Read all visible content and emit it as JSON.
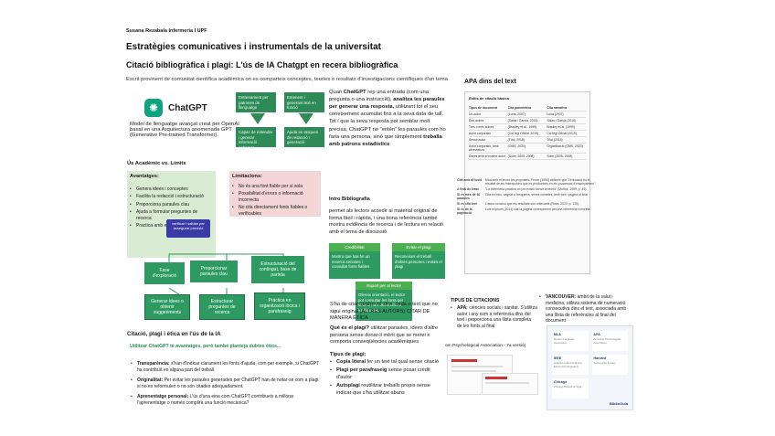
{
  "header": {
    "author": "Susana Rezabala Infermeria I UPF",
    "title": "Estratègies comunicatives i instrumentals de la universitat",
    "subtitle": "Citació bibliogràfica i plagi: L'ús de IA Chatgpt en recera bibliogràfica",
    "intro": "Escrit provinent de comunitat científica acadèmica on es comparteix conceptes, teories o resultats d'investigacions científiques d'un tema"
  },
  "chatgpt": {
    "logo_text": "ChatGPT",
    "model_text": "Model de llenguatge avançat creat per OpenAI basat en una Arquitectura anomenada GPT (Generative Pre-trained Transformer).",
    "box1": "Entrenament per patrones de llenguatge",
    "box2": "Entenent i generant text en funció",
    "box3": "Capaz de entendre i generar informació coherent",
    "box4": "Ajuda en tasques de redacció i generació"
  },
  "ethics": {
    "heading": "Ús Acadèmic vs. Límits",
    "adv_title": "Avantatges:",
    "adv_items": [
      "Genera idees i conceptes",
      "Facilita la redacció i estructuració",
      "Proporciona paraules clau",
      "Ajuda a formular preguntes de recerca",
      "Practica amb estil i parafraseig"
    ],
    "lim_title": "Limitacions:",
    "lim_items": [
      "No és una font fiable per si sola",
      "Possibilitat d'errors o informació incorrecta",
      "No cita directament fonts fiables o verificables"
    ],
    "purple": "verificar i validar per assegurar precisió"
  },
  "flow": {
    "top": [
      "Fase d'exploració",
      "Proporcionar paraules clau",
      "Estructuració del contingut, base de partida"
    ],
    "bottom": [
      "Generar idees o obtenir suggeriments",
      "Estructurar preguntes de recerca",
      "Pràctica en organització lòcica i parafraseig"
    ]
  },
  "plagi": {
    "heading": "Citació, plagi i ètica en l'ús de la IA",
    "subheading": "Utilitzar ChatGPT té avantatges, però també planteja dubtes ètics...",
    "items": [
      {
        "b": "Transparència:",
        "t": "s'han d'indicar clarament les fonts d'ajuda, com per exemple, si ChatGPT ha contribuït en alguna part del treball."
      },
      {
        "b": "Originalitat:",
        "t": "Per evitar les paraules generades per ChatGPT han de notar-se com a plagi si no es reformulen o no són citades adequadament."
      },
      {
        "b": "Aprenentatge personal:",
        "t": "L'ús d'una eina com ChatGPT contribueix a millorar l'aprenentatge o només complirà una funció mecànica?"
      }
    ]
  },
  "middle": {
    "para1_a": "Quan ",
    "para1_b": "ChatGPT",
    "para1_c": " rep una entrada (com una pregunta o una instrucció), ",
    "para1_d": "analitza les paraules per",
    "para1_e": "generar una resposta,",
    "para1_f": " utilitzant tot el seu coneixement acumulat fins a la seva data de tall. Tot i que",
    "para1_g": "la seva resposta pot semblar molt precisa, ChatGPT no \"entén\" les paraules com ho faria una",
    "para1_h": "persona, sinó que simplement ",
    "para1_i": "treballa amb patrons estadístics",
    "intro_title": "Intro Bibliografia",
    "intro_text": "permet als lectors accedir al material original de forma fàcil i ràpida, i una bona referència també mostra evidència de recerca i de lectura en relació amb el tema de discussió.",
    "cred_lbl": "Credibilitat",
    "cred_body": "Mostra que has fet un recerca serioses i consultat fonts fiables",
    "evit_lbl": "Evitar el plagi",
    "evit_body": "Reconeixes el treball d'altres persones i evites el plagi",
    "sup_lbl": "Suport per al lector",
    "sup_body": "Ofereix orientació, el lector pot consultar les fonts per obtenir més informació o verificar-les",
    "plagi_def": "S'ha de citar qualsevol idea, dada o text que no sigui original (ALTRES AUTORS) CITAR DE MANERA ÈTICA",
    "q": "Què és el plagi?",
    "q_text": " utilitzar paraules, idees d'altre persona sense donar-li mèrit que se merei x comporta conseqüències acadèmiques",
    "types_title": "Tipus de plagi:",
    "types": [
      {
        "b": "Copia literal",
        "t": " fer un text tal qual sense citació"
      },
      {
        "b": "Plagi per parafraseig",
        "t": " sense posar crèdit d'autor"
      },
      {
        "b": "Autoplagi",
        "t": " reutilitzar treballs propis sense indicar que s'ha utilitzat abans"
      }
    ]
  },
  "apa": {
    "heading": "APA dins del text",
    "table_title": "Estils de citació bàsica",
    "table_rows": [
      [
        "Tipus de document",
        "Cita parentètica",
        "Cita narrativa"
      ],
      [
        "Un autor",
        "(Luna, 2007)",
        "Luna (2007)"
      ],
      [
        "Dos autors",
        "(Salas i Garcia, 2016)",
        "Salas i Garcia (2016)"
      ],
      [
        "Tres o més autors",
        "(Bradley et al., 1999)",
        "Bradley et al. (1999)"
      ],
      [
        "Autor corporatiu",
        "(Col·legi Oficial, 2019)",
        "Col·legi Oficial (2019)"
      ],
      [
        "Sense autor",
        "(Títol, 2018)",
        "Títol (2018)"
      ],
      [
        "Autor corporatiu, amb abreviatura",
        "(OMS, 2020)",
        "Organització (OMS, 2020)"
      ],
      [
        "Obres amb el mateix autor",
        "(Soler, 2005, 2008)",
        "Soler (2005, 2008)"
      ]
    ],
    "side_rows": [
      {
        "k": "Cita amb al·lusió",
        "v": "Mira amb el lector les propostes, Ferrer (1994) defineix que \"l'educació és el resultat de les interaccions que es produeixen en els processos d'ensenyament\"."
      },
      {
        "k": "A final de frase",
        "v": "\"La infermeria pràctica no pot existir sense la teoria\" (Muñoz, 1999, p. 45)."
      },
      {
        "k": "Si és més de 40 paraules",
        "v": "Cita en bloc, sagnat a l'esquerra, sense cometes, amb font i pàgina al final."
      },
      {
        "k": "Si és cita text",
        "v": "L'autor conclou que els resultats són rellevants (Roca, 2020, p. 120)."
      },
      {
        "k": "Si és de la paginació",
        "v": "Lorem ipsum (2014) cita la pàgina corresponent per una referència concreta."
      }
    ],
    "types_heading": "TIPUS DE CITACIONS",
    "apa_item_b": "APA:",
    "apa_item_t": " ciències socials i sanitat. S'utilitza autor i any com a referència dins del text i proporciona una llista completa de les fonts al final",
    "vanc_b": "VANCOUVER:",
    "vanc_t": " àmbit de la salut i medicina, utilitza sistema de numeració consecutiva dins el text, associada amb una llista de referències al final del document",
    "psych": "om Psychological Association - 7a versió)",
    "cards": [
      {
        "h": "MLA",
        "t": "Modern Language Association"
      },
      {
        "h": "APA",
        "t": "American Psychological Association"
      },
      {
        "h": "IEEE",
        "t": "Institute of Electrical and Electronics Engineers"
      },
      {
        "h": "Harvard",
        "t": "Author-date system"
      },
      {
        "h": "Chicago",
        "t": "Chicago Manual of Style"
      }
    ],
    "brand": "BiblioGuia"
  }
}
